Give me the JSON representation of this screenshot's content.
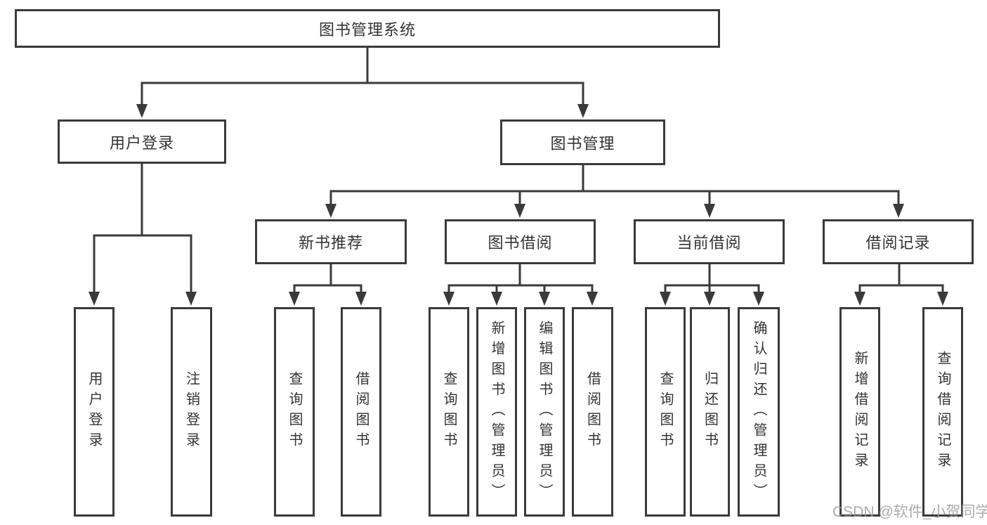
{
  "diagram": {
    "root": {
      "label": "图书管理系统"
    },
    "branches": [
      {
        "label": "用户登录",
        "children": [
          {
            "label": "用户登录"
          },
          {
            "label": "注销登录"
          }
        ]
      },
      {
        "label": "图书管理",
        "children": [
          {
            "label": "新书推荐",
            "children": [
              {
                "label": "查询图书"
              },
              {
                "label": "借阅图书"
              }
            ]
          },
          {
            "label": "图书借阅",
            "children": [
              {
                "label": "查询图书"
              },
              {
                "label": "新增图书（管理员）"
              },
              {
                "label": "编辑图书（管理员）"
              },
              {
                "label": "借阅图书"
              }
            ]
          },
          {
            "label": "当前借阅",
            "children": [
              {
                "label": "查询图书"
              },
              {
                "label": "归还图书"
              },
              {
                "label": "确认归还（管理员）"
              }
            ]
          },
          {
            "label": "借阅记录",
            "children": [
              {
                "label": "新增借阅记录"
              },
              {
                "label": "查询借阅记录"
              }
            ]
          }
        ]
      }
    ]
  },
  "watermark": {
    "text": "CSDN @软件_小贺同学"
  },
  "colors": {
    "line": "#3a3a3a",
    "text": "#333333",
    "background": "#ffffff",
    "watermark": "#969696"
  }
}
